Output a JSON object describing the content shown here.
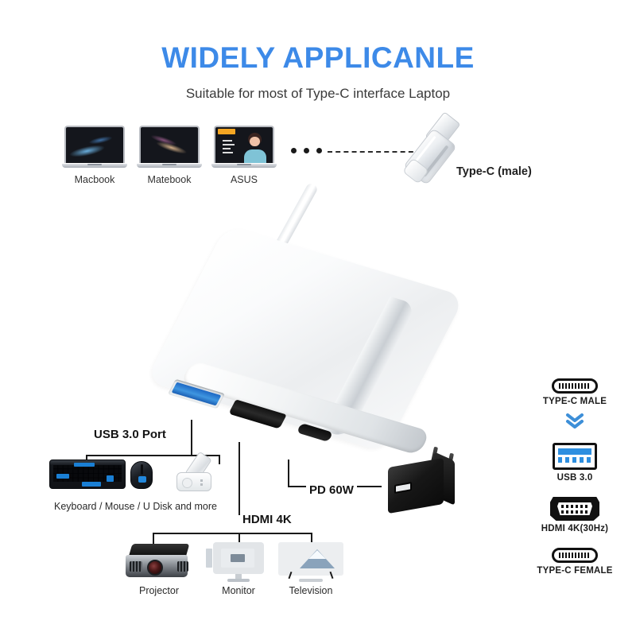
{
  "header": {
    "title": "WIDELY APPLICANLE",
    "subtitle": "Suitable for most of Type-C interface Laptop",
    "title_color": "#3d8ae8"
  },
  "laptops": [
    {
      "label": "Macbook",
      "screen": "blue-abstract-wallpaper"
    },
    {
      "label": "Matebook",
      "screen": "purple-abstract-wallpaper"
    },
    {
      "label": "ASUS",
      "screen": "coral-portrait-wallpaper"
    }
  ],
  "ellipsis": "•••",
  "connector": {
    "label": "Type-C (male)",
    "icon": "usb-c-male-connector"
  },
  "hub": {
    "ports": [
      {
        "name": "usb3-port",
        "color": "#2a7fd0"
      },
      {
        "name": "hdmi-port",
        "color": "#121212"
      },
      {
        "name": "typec-port",
        "color": "#121212"
      }
    ]
  },
  "callouts": {
    "usb": {
      "label": "USB 3.0 Port",
      "caption": "Keyboard / Mouse / U Disk and more",
      "devices": [
        "keyboard",
        "mouse",
        "u-disk"
      ]
    },
    "hdmi": {
      "label": "HDMI 4K",
      "devices": [
        {
          "label": "Projector"
        },
        {
          "label": "Monitor"
        },
        {
          "label": "Television"
        }
      ]
    },
    "pd": {
      "label": "PD 60W",
      "device": "power-adapter"
    }
  },
  "legend": {
    "items": [
      {
        "label": "TYPE-C MALE",
        "icon": "usb-c-icon"
      },
      {
        "label": "USB 3.0",
        "icon": "usb-a-icon",
        "accent": "#2e8fe0"
      },
      {
        "label": "HDMI 4K(30Hz)",
        "icon": "hdmi-icon"
      },
      {
        "label": "TYPE-C FEMALE",
        "icon": "usb-c-icon"
      }
    ],
    "arrow": "double-chevron-down",
    "arrow_color": "#3d8fd8"
  }
}
